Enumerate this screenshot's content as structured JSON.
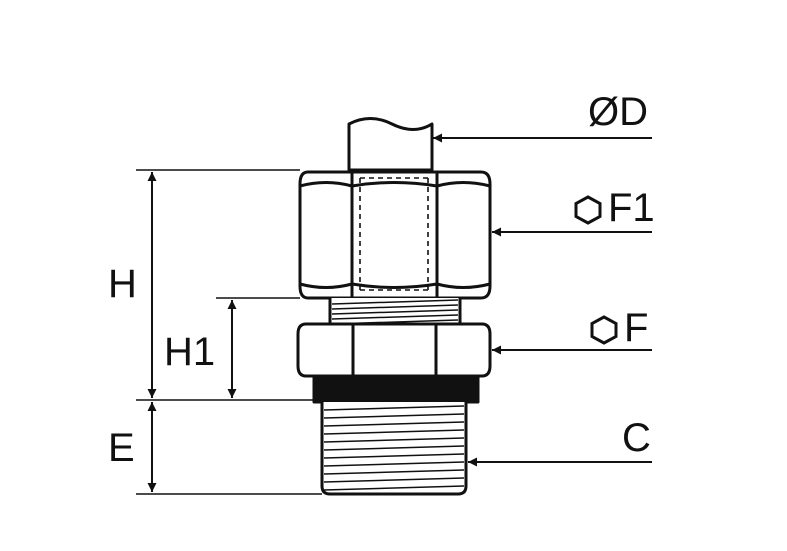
{
  "diagram": {
    "labels": {
      "od": "ØD",
      "f1": "F1",
      "f": "F",
      "c": "C",
      "h": "H",
      "h1": "H1",
      "e": "E"
    },
    "icons": {
      "f1_prefix": "hexagon-icon",
      "f_prefix": "hexagon-icon"
    },
    "colors": {
      "ink": "#111111",
      "background": "#ffffff"
    }
  }
}
